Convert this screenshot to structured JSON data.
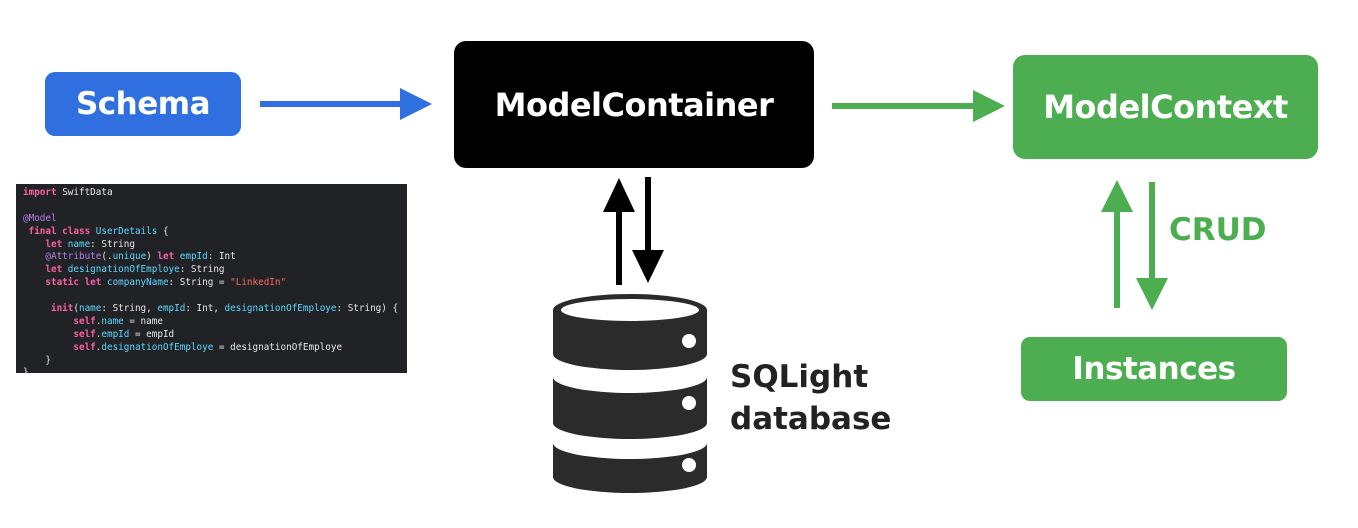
{
  "colors": {
    "schema_box": "#2f6fe0",
    "container_box": "#000000",
    "context_box": "#4cae50",
    "instances_box": "#4cae50",
    "blue_arrow": "#2f6fe0",
    "green_arrow": "#4cae50",
    "black_arrow": "#000000",
    "code_background": "#212226"
  },
  "nodes": {
    "schema": "Schema",
    "model_container": "ModelContainer",
    "model_context": "ModelContext",
    "instances": "Instances"
  },
  "edge_labels": {
    "crud": "CRUD"
  },
  "database": {
    "icon": "database-icon",
    "line1": "SQLight",
    "line2": "database"
  },
  "code": {
    "lines": [
      [
        {
          "t": "import",
          "c": "kw"
        },
        {
          "t": " SwiftData",
          "c": "plain"
        }
      ],
      [],
      [
        {
          "t": "@Model",
          "c": "attr"
        }
      ],
      [
        {
          "t": " final class ",
          "c": "kw"
        },
        {
          "t": "UserDetails",
          "c": "typ"
        },
        {
          "t": " {",
          "c": "plain"
        }
      ],
      [
        {
          "t": "    let ",
          "c": "kw"
        },
        {
          "t": "name",
          "c": "typ"
        },
        {
          "t": ": String",
          "c": "plain"
        }
      ],
      [
        {
          "t": "    @Attribute",
          "c": "attr"
        },
        {
          "t": "(.",
          "c": "plain"
        },
        {
          "t": "unique",
          "c": "typ"
        },
        {
          "t": ") ",
          "c": "plain"
        },
        {
          "t": "let ",
          "c": "kw"
        },
        {
          "t": "empId",
          "c": "typ"
        },
        {
          "t": ": Int",
          "c": "plain"
        }
      ],
      [
        {
          "t": "    let ",
          "c": "kw"
        },
        {
          "t": "designationOfEmploye",
          "c": "typ"
        },
        {
          "t": ": String",
          "c": "plain"
        }
      ],
      [
        {
          "t": "    static let ",
          "c": "kw"
        },
        {
          "t": "companyName",
          "c": "typ"
        },
        {
          "t": ": String = ",
          "c": "plain"
        },
        {
          "t": "\"LinkedIn\"",
          "c": "str"
        }
      ],
      [],
      [
        {
          "t": "     init",
          "c": "kw"
        },
        {
          "t": "(",
          "c": "plain"
        },
        {
          "t": "name",
          "c": "typ"
        },
        {
          "t": ": String, ",
          "c": "plain"
        },
        {
          "t": "empId",
          "c": "typ"
        },
        {
          "t": ": Int, ",
          "c": "plain"
        },
        {
          "t": "designationOfEmploye",
          "c": "typ"
        },
        {
          "t": ": String) {",
          "c": "plain"
        }
      ],
      [
        {
          "t": "         self",
          "c": "kw"
        },
        {
          "t": ".",
          "c": "plain"
        },
        {
          "t": "name",
          "c": "typ"
        },
        {
          "t": " = name",
          "c": "plain"
        }
      ],
      [
        {
          "t": "         self",
          "c": "kw"
        },
        {
          "t": ".",
          "c": "plain"
        },
        {
          "t": "empId",
          "c": "typ"
        },
        {
          "t": " = empId",
          "c": "plain"
        }
      ],
      [
        {
          "t": "         self",
          "c": "kw"
        },
        {
          "t": ".",
          "c": "plain"
        },
        {
          "t": "designationOfEmploye",
          "c": "typ"
        },
        {
          "t": " = designationOfEmploye",
          "c": "plain"
        }
      ],
      [
        {
          "t": "    }",
          "c": "plain"
        }
      ],
      [
        {
          "t": "}",
          "c": "plain"
        }
      ]
    ]
  }
}
